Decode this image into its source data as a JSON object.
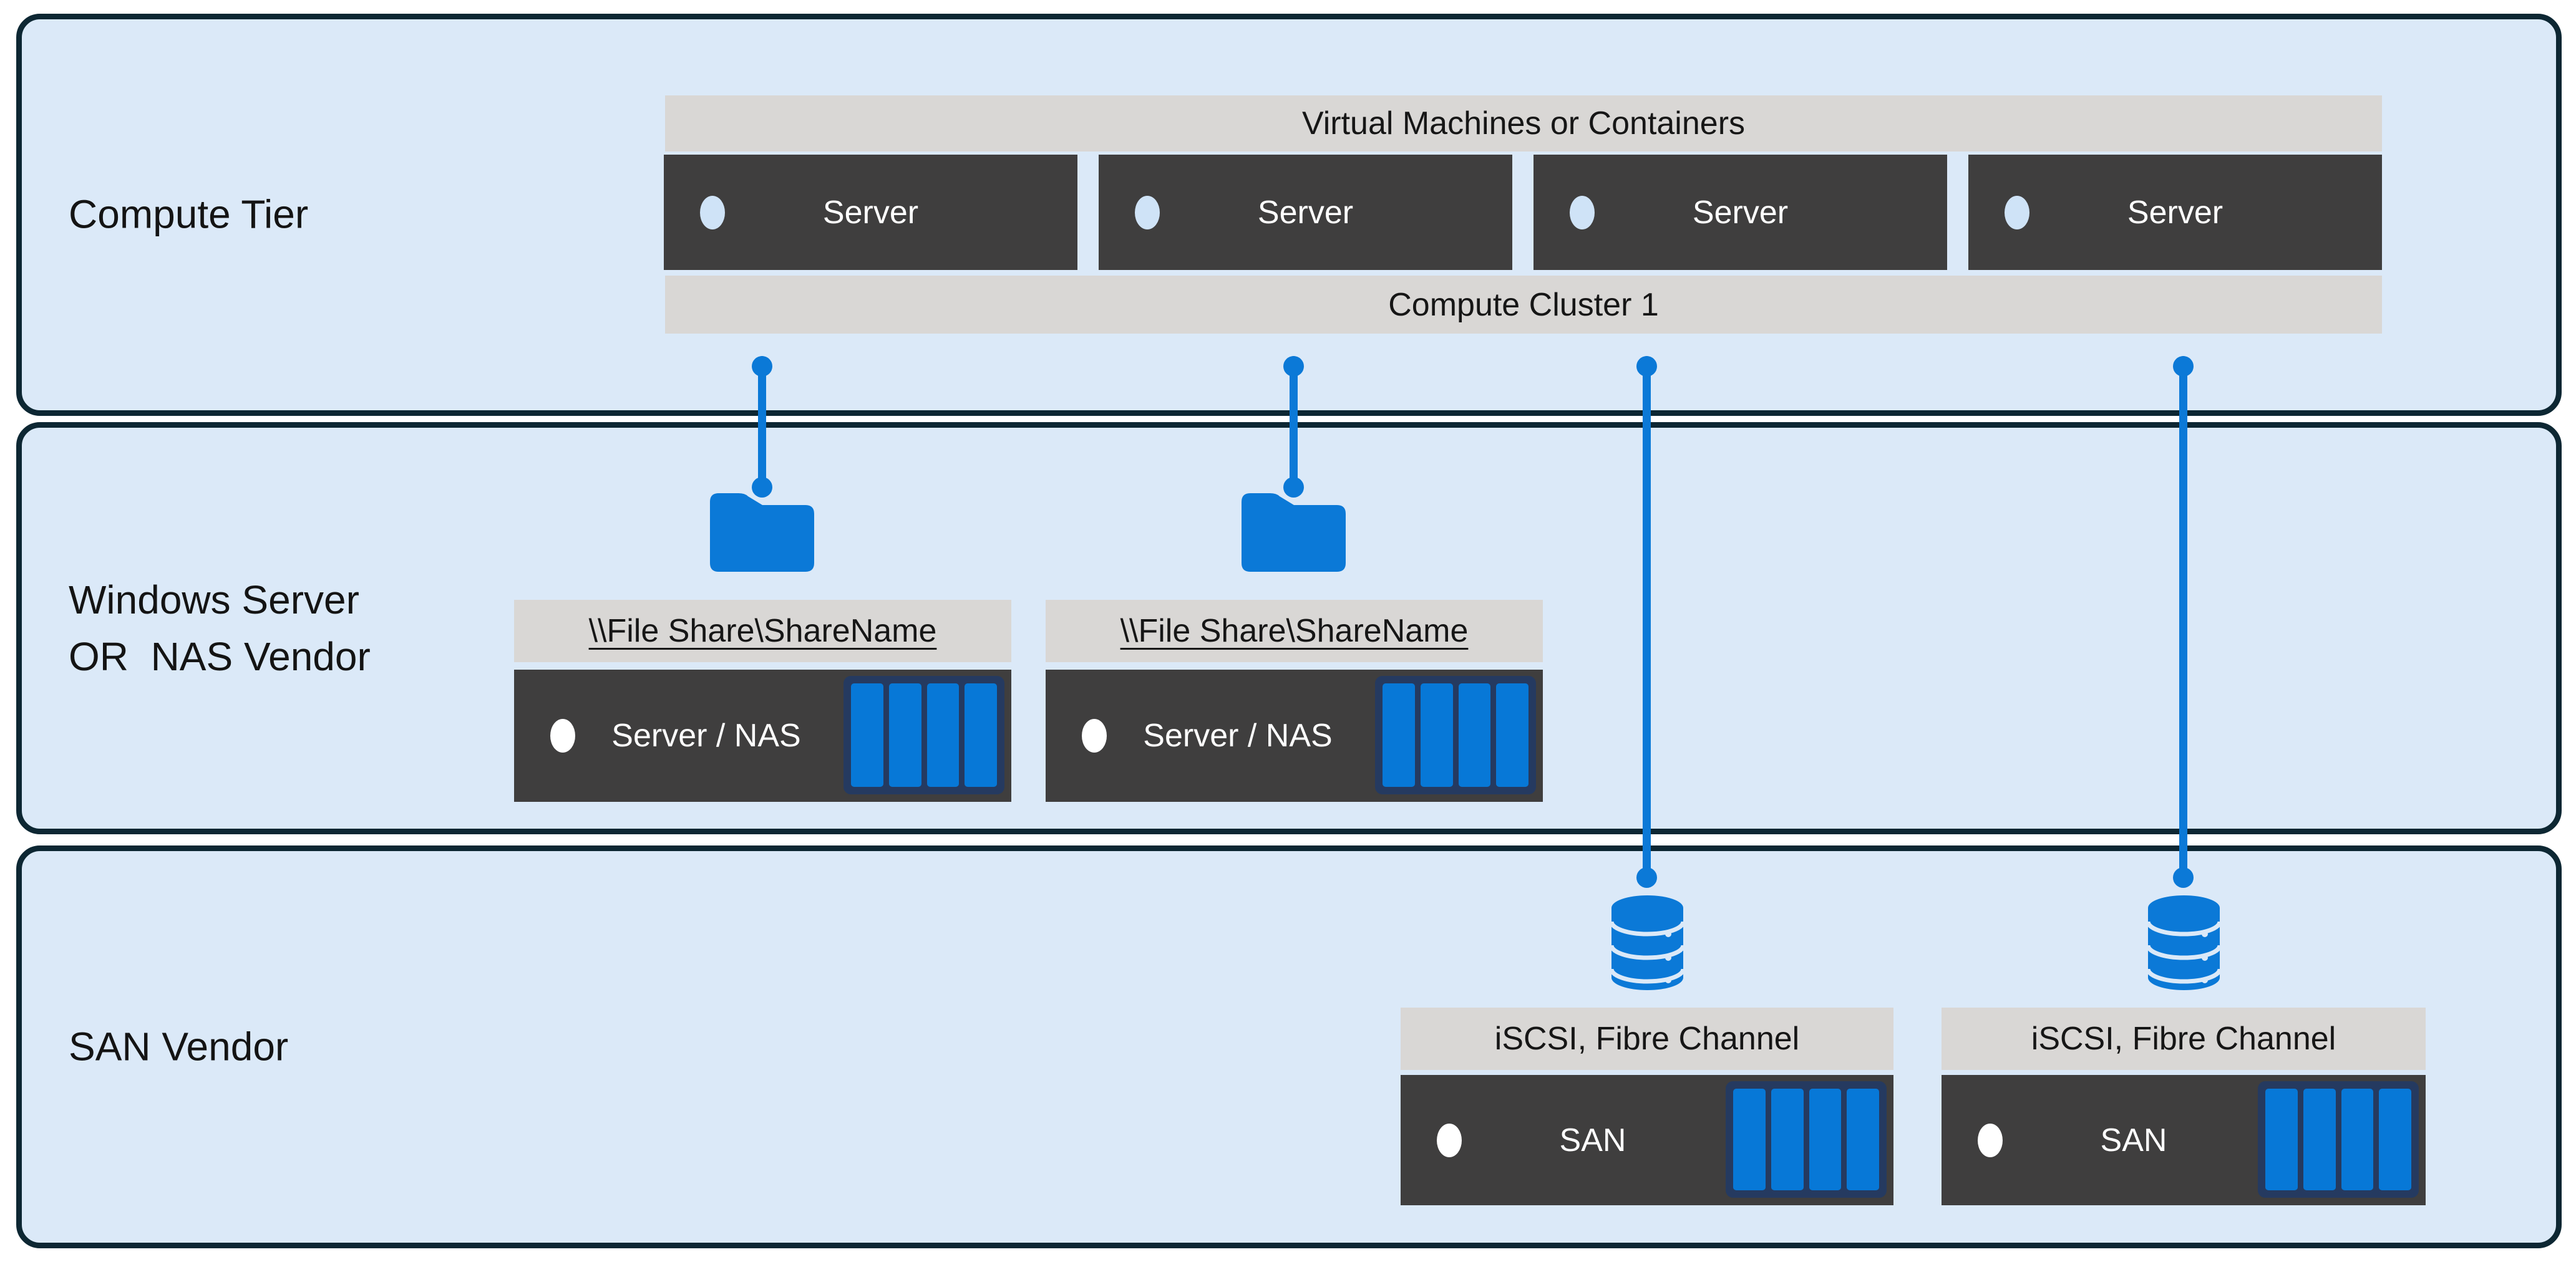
{
  "colors": {
    "accent_blue": "#0b79d7",
    "bay_navy": "#253a60",
    "bay_blue": "#0778d7",
    "chassis_dark": "#3f3e3e",
    "bar_gray": "#d9d7d5",
    "panel_fill": "#dbe9f8",
    "panel_border": "#0d2733",
    "led_compute": "#cfe3f7",
    "led_storage": "#ffffff"
  },
  "tiers": {
    "compute": {
      "label": "Compute Tier",
      "top_bar": "Virtual Machines or Containers",
      "bottom_bar": "Compute Cluster 1",
      "servers": [
        "Server",
        "Server",
        "Server",
        "Server"
      ]
    },
    "file": {
      "label": "Windows Server\nOR  NAS Vendor",
      "groups": [
        {
          "header": "\\\\File Share\\ShareName",
          "device": "Server / NAS"
        },
        {
          "header": "\\\\File Share\\ShareName",
          "device": "Server / NAS"
        }
      ]
    },
    "san": {
      "label": "SAN Vendor",
      "groups": [
        {
          "header": "iSCSI, Fibre Channel",
          "device": "SAN"
        },
        {
          "header": "iSCSI, Fibre Channel",
          "device": "SAN"
        }
      ]
    }
  }
}
